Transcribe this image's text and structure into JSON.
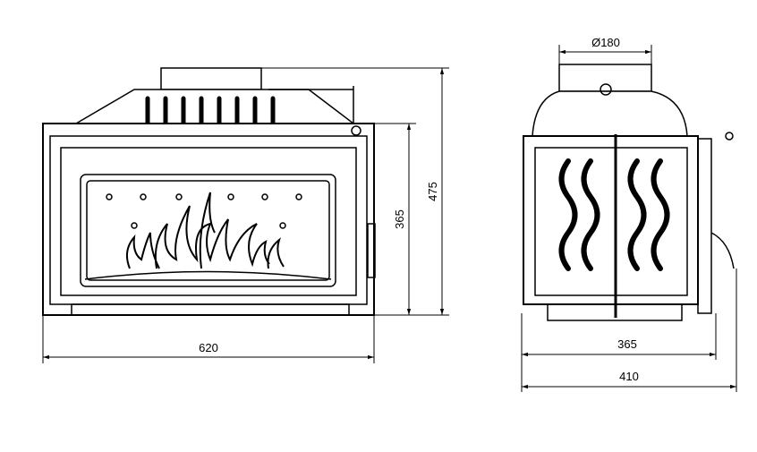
{
  "title": "Fireplace insert dimension drawing",
  "front_view": {
    "width_label": "620",
    "body_height_label": "365",
    "total_height_label": "475"
  },
  "side_view": {
    "flue_diameter_label": "Ø180",
    "body_depth_label": "365",
    "total_depth_label": "410"
  },
  "colors": {
    "line": "#000000",
    "background": "#ffffff"
  }
}
